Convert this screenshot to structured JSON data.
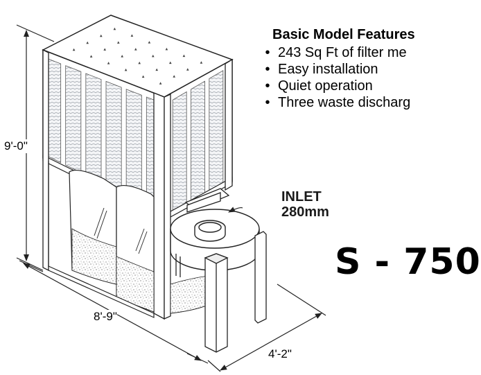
{
  "features": {
    "title": "Basic Model Features",
    "items": [
      "243 Sq Ft of filter me",
      "Easy installation",
      "Quiet operation",
      "Three waste discharg"
    ],
    "bullet": "•"
  },
  "dimensions": {
    "height": "9'-0\"",
    "length": "8'-9\"",
    "depth": "4'-2\""
  },
  "inlet": {
    "line1": "INLET",
    "line2": "280mm"
  },
  "model": "S - 750"
}
